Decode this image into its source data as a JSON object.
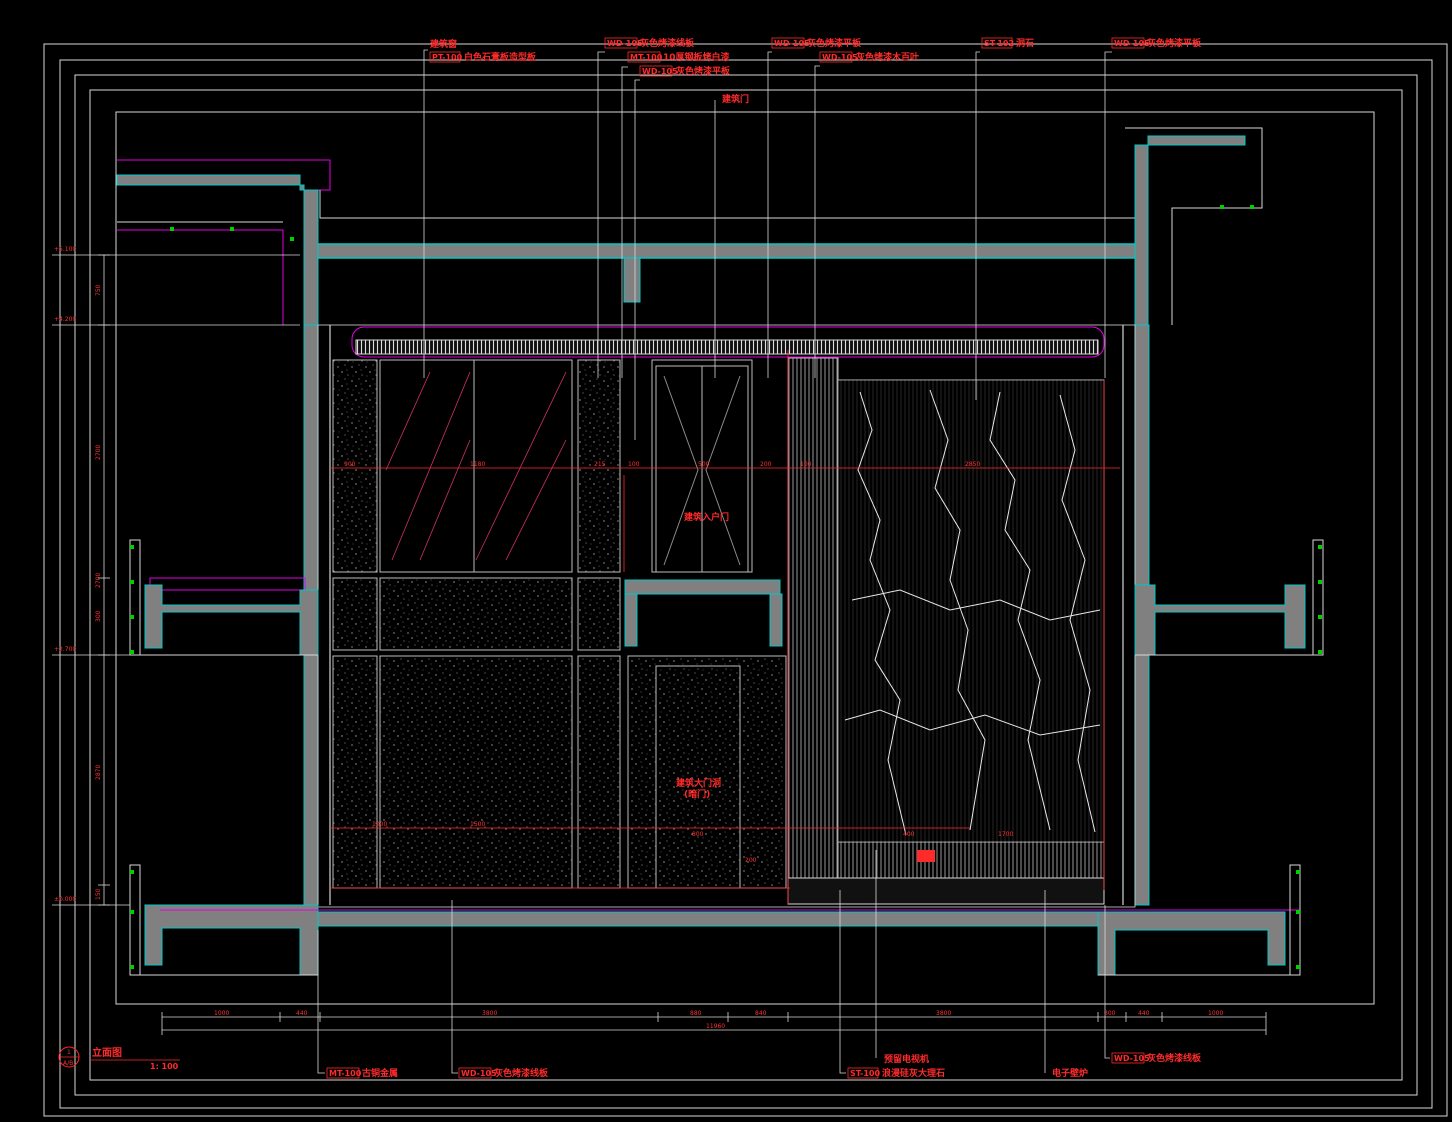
{
  "drawing": {
    "title": "立面图",
    "scale": "1: 100",
    "index_mark": "1",
    "index_sub": "A/B",
    "colors": {
      "frame": "#d7d7d7",
      "wall": "#808080",
      "cyan": "#00c8c8",
      "magenta": "#e600e6",
      "red": "#ff2a2a",
      "green": "#00d000",
      "white": "#ffffff"
    }
  },
  "top_labels": {
    "l1": {
      "text": "建筑窗"
    },
    "l2": {
      "code": "PT-100",
      "text": "白色石膏板造型板"
    },
    "l3": {
      "code": "WD-105",
      "text": "灰色烤漆线板"
    },
    "l4": {
      "code": "MT-100",
      "text": "10厚钢板烤白漆"
    },
    "l5": {
      "code": "WD-105",
      "text": "灰色烤漆平板"
    },
    "l6": {
      "text": "建筑门"
    },
    "l7": {
      "code": "WD-105",
      "text": "灰色烤漆平板"
    },
    "l8": {
      "code": "WD-105",
      "text": "灰色烤漆木百叶"
    },
    "l9": {
      "code": "ST-102",
      "text": "洞石"
    },
    "l10": {
      "code": "WD-105",
      "text": "灰色烤漆平板"
    }
  },
  "bottom_labels": {
    "b1": {
      "code": "MT-100",
      "text": "古铜金属"
    },
    "b2": {
      "code": "WD-105",
      "text": "灰色烤漆线板"
    },
    "b3": {
      "text": "预留电视机"
    },
    "b4": {
      "code": "ST-100",
      "text": "浪漫硅灰大理石"
    },
    "b5": {
      "text": "电子壁炉"
    },
    "b6": {
      "code": "WD-105",
      "text": "灰色烤漆线板"
    }
  },
  "inner_labels": {
    "upper_door": "建筑入户门",
    "lower_door": "建筑大门洞",
    "lower_door_sub": "(暗门)"
  },
  "level_marks": [
    "+5.100",
    "+4.200",
    "+2.700",
    "±0.000"
  ],
  "left_dims": [
    "750",
    "2700",
    "2700",
    "300",
    "2870",
    "150"
  ],
  "inner_dims_top": [
    "900",
    "1180",
    "215",
    "100",
    "500",
    "200",
    "100",
    "2850"
  ],
  "inner_dims_bottom": [
    "1000",
    "1500",
    "800",
    "200",
    "400",
    "1700"
  ],
  "bottom_dims": [
    "1000",
    "440",
    "3800",
    "880",
    "840",
    "3800",
    "300",
    "440",
    "1000"
  ],
  "total_dim": "11960"
}
